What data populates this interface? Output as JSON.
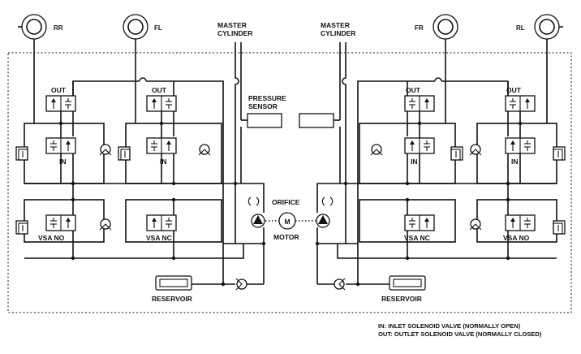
{
  "wheels": [
    {
      "id": "rr",
      "label": "RR"
    },
    {
      "id": "fl",
      "label": "FL"
    },
    {
      "id": "fr",
      "label": "FR"
    },
    {
      "id": "rl",
      "label": "RL"
    }
  ],
  "labels": {
    "master_cylinder_left": [
      "MASTER",
      "CYLINDER"
    ],
    "master_cylinder_right": [
      "MASTER",
      "CYLINDER"
    ],
    "pressure_sensor": [
      "PRESSURE",
      "SENSOR"
    ],
    "orifice": "ORIFICE",
    "motor": "MOTOR",
    "motor_symbol": "M",
    "reservoir_left": "RESERVOIR",
    "reservoir_right": "RESERVOIR",
    "out": "OUT",
    "in": "IN",
    "vsa_no": "VSA NO",
    "vsa_nc": "VSA NC"
  },
  "legend": {
    "line1": "IN: INLET SOLENOID VALVE (NORMALLY OPEN)",
    "line2": "OUT: OUTLET SOLENOID VALVE (NORMALLY CLOSED)"
  }
}
